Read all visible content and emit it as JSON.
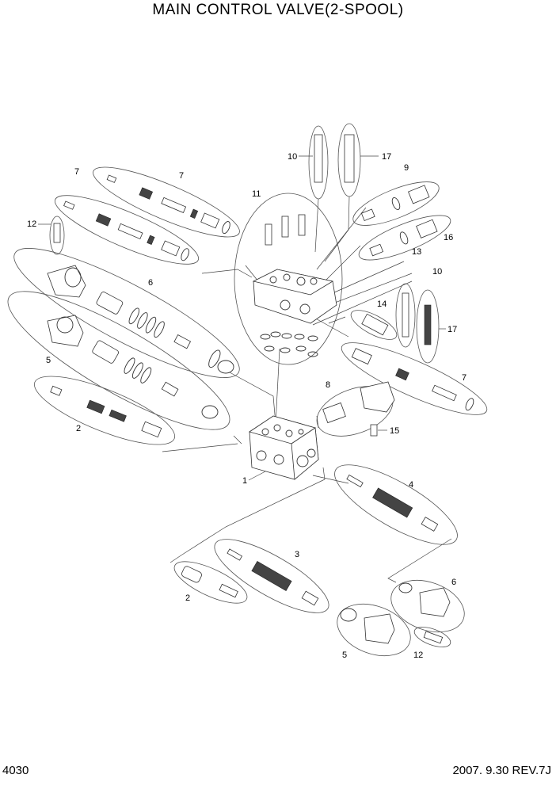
{
  "title": "MAIN CONTROL VALVE(2-SPOOL)",
  "page_number": "4030",
  "revision": "2007. 9.30  REV.7J",
  "callouts": {
    "c10a": "10",
    "c17a": "17",
    "c9": "9",
    "c7a": "7",
    "c7b": "7",
    "c11": "11",
    "c16": "16",
    "c12a": "12",
    "c13": "13",
    "c10b": "10",
    "c6a": "6",
    "c14": "14",
    "c17b": "17",
    "c5a": "5",
    "c7c": "7",
    "c8": "8",
    "c2a": "2",
    "c15": "15",
    "c1": "1",
    "c4": "4",
    "c3": "3",
    "c6b": "6",
    "c2b": "2",
    "c5b": "5",
    "c12b": "12"
  }
}
